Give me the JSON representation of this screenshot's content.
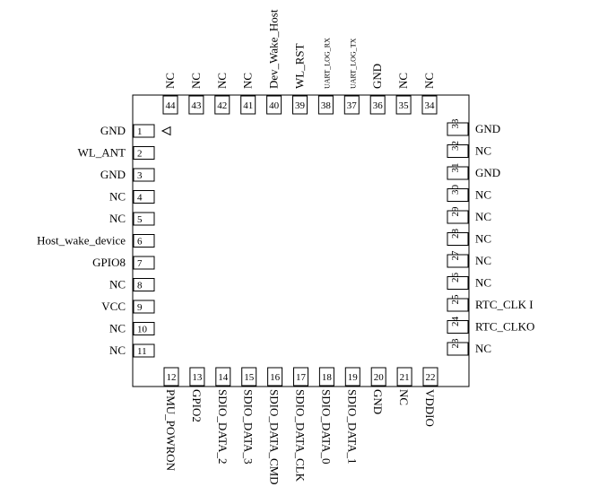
{
  "left_pins": [
    {
      "number": "1",
      "label": "GND"
    },
    {
      "number": "2",
      "label": "WL_ANT"
    },
    {
      "number": "3",
      "label": "GND"
    },
    {
      "number": "4",
      "label": "NC"
    },
    {
      "number": "5",
      "label": "NC"
    },
    {
      "number": "6",
      "label": "Host_wake_device"
    },
    {
      "number": "7",
      "label": "GPIO8"
    },
    {
      "number": "8",
      "label": "NC"
    },
    {
      "number": "9",
      "label": "VCC"
    },
    {
      "number": "10",
      "label": "NC"
    },
    {
      "number": "11",
      "label": "NC"
    }
  ],
  "bottom_pins": [
    {
      "number": "12",
      "label": "PMU_POWRON"
    },
    {
      "number": "13",
      "label": "GPIO2"
    },
    {
      "number": "14",
      "label": "SDIO_DATA_2"
    },
    {
      "number": "15",
      "label": "SDIO_DATA_3"
    },
    {
      "number": "16",
      "label": "SDIO_DATA_CMD"
    },
    {
      "number": "17",
      "label": "SDIO_DATA_CLK"
    },
    {
      "number": "18",
      "label": "SDIO_DATA_0"
    },
    {
      "number": "19",
      "label": "SDIO_DATA_1"
    },
    {
      "number": "20",
      "label": "GND"
    },
    {
      "number": "21",
      "label": "NC"
    },
    {
      "number": "22",
      "label": "VDDIO"
    }
  ],
  "right_pins": [
    {
      "number": "23",
      "label": "NC"
    },
    {
      "number": "24",
      "label": "RTC_CLKO"
    },
    {
      "number": "25",
      "label": "RTC_CLK I"
    },
    {
      "number": "26",
      "label": "NC"
    },
    {
      "number": "27",
      "label": "NC"
    },
    {
      "number": "28",
      "label": "NC"
    },
    {
      "number": "29",
      "label": "NC"
    },
    {
      "number": "30",
      "label": "NC"
    },
    {
      "number": "31",
      "label": "GND"
    },
    {
      "number": "32",
      "label": "NC"
    },
    {
      "number": "33",
      "label": "GND"
    }
  ],
  "top_pins": [
    {
      "number": "34",
      "label": "NC"
    },
    {
      "number": "35",
      "label": "NC"
    },
    {
      "number": "36",
      "label": "GND"
    },
    {
      "number": "37",
      "label": "UART_LOG_TX",
      "small": true
    },
    {
      "number": "38",
      "label": "UART_LOG_RX",
      "small": true
    },
    {
      "number": "39",
      "label": "WL_RST"
    },
    {
      "number": "40",
      "label": "Dev_Wake_Host"
    },
    {
      "number": "41",
      "label": "NC"
    },
    {
      "number": "42",
      "label": "NC"
    },
    {
      "number": "43",
      "label": "NC"
    },
    {
      "number": "44",
      "label": "NC"
    }
  ],
  "pin1_marker": "triangle-marker-icon"
}
